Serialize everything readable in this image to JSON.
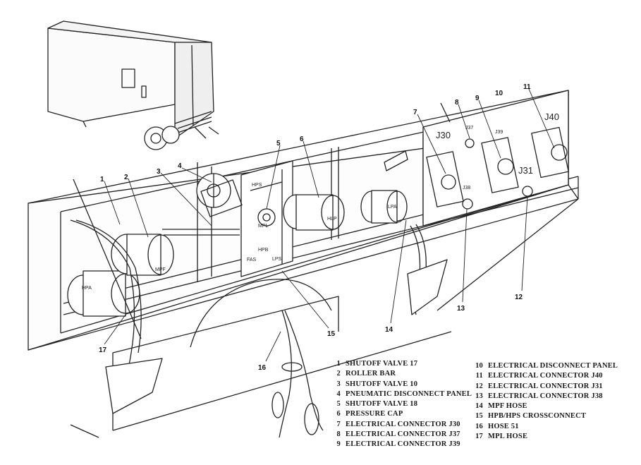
{
  "diagram": {
    "legend": [
      {
        "num": "1",
        "text": "SHUTOFF VALVE 17"
      },
      {
        "num": "2",
        "text": "ROLLER BAR"
      },
      {
        "num": "3",
        "text": "SHUTOFF VALVE 10"
      },
      {
        "num": "4",
        "text": "PNEUMATIC DISCONNECT PANEL"
      },
      {
        "num": "5",
        "text": "SHUTOFF VALVE 18"
      },
      {
        "num": "6",
        "text": "PRESSURE CAP"
      },
      {
        "num": "7",
        "text": "ELECTRICAL CONNECTOR J30"
      },
      {
        "num": "8",
        "text": "ELECTRICAL CONNECTOR J37"
      },
      {
        "num": "9",
        "text": "ELECTRICAL CONNECTOR J39"
      },
      {
        "num": "10",
        "text": "ELECTRICAL DISCONNECT PANEL"
      },
      {
        "num": "11",
        "text": "ELECTRICAL CONNECTOR J40"
      },
      {
        "num": "12",
        "text": "ELECTRICAL CONNECTOR J31"
      },
      {
        "num": "13",
        "text": "ELECTRICAL CONNECTOR J38"
      },
      {
        "num": "14",
        "text": "MPF HOSE"
      },
      {
        "num": "15",
        "text": "HPB/HPS CROSSCONNECT"
      },
      {
        "num": "16",
        "text": "HOSE 51"
      },
      {
        "num": "17",
        "text": "MPL HOSE"
      }
    ],
    "connector_labels": {
      "j30": "J30",
      "j37": "J37",
      "j39": "J39",
      "j40": "J40",
      "j31": "J31",
      "j38": "J38"
    },
    "component_labels": {
      "mpf": "MPF",
      "hpa": "HPA",
      "hlp": "HLP",
      "lpa": "LPA",
      "hps": "HPS",
      "mpl": "MPL",
      "fas": "FAS",
      "hpb": "HPB",
      "lps": "LPS"
    }
  }
}
